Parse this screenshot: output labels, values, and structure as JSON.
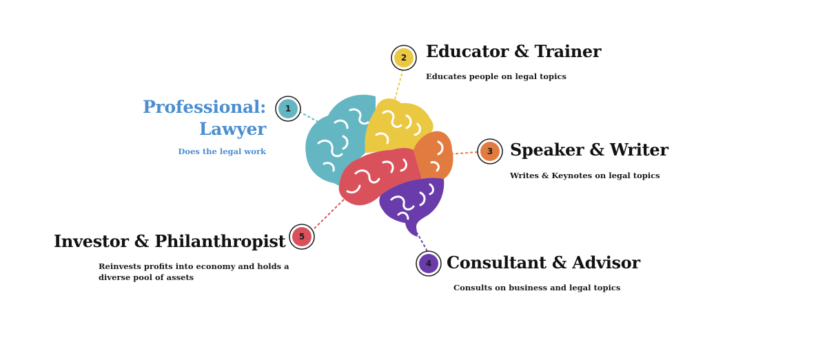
{
  "roles": [
    {
      "num": "1",
      "title": "Professional: Lawyer",
      "desc": "Does the legal work",
      "color": "#63b6c2"
    },
    {
      "num": "2",
      "title": "Educator & Trainer",
      "desc": "Educates people on legal topics",
      "color": "#ebc842"
    },
    {
      "num": "3",
      "title": "Speaker & Writer",
      "desc": "Writes & Keynotes on legal topics",
      "color": "#e27b40"
    },
    {
      "num": "4",
      "title": "Consultant & Advisor",
      "desc": "Consults on business and legal topics",
      "color": "#6a3bab"
    },
    {
      "num": "5",
      "title": "Investor & Philanthropist",
      "desc": "Reinvests profits into economy and holds a diverse pool of assets",
      "color": "#d9515b"
    }
  ],
  "brain_icon": "brain-icon",
  "title_accent_color": "#4b8fcf"
}
